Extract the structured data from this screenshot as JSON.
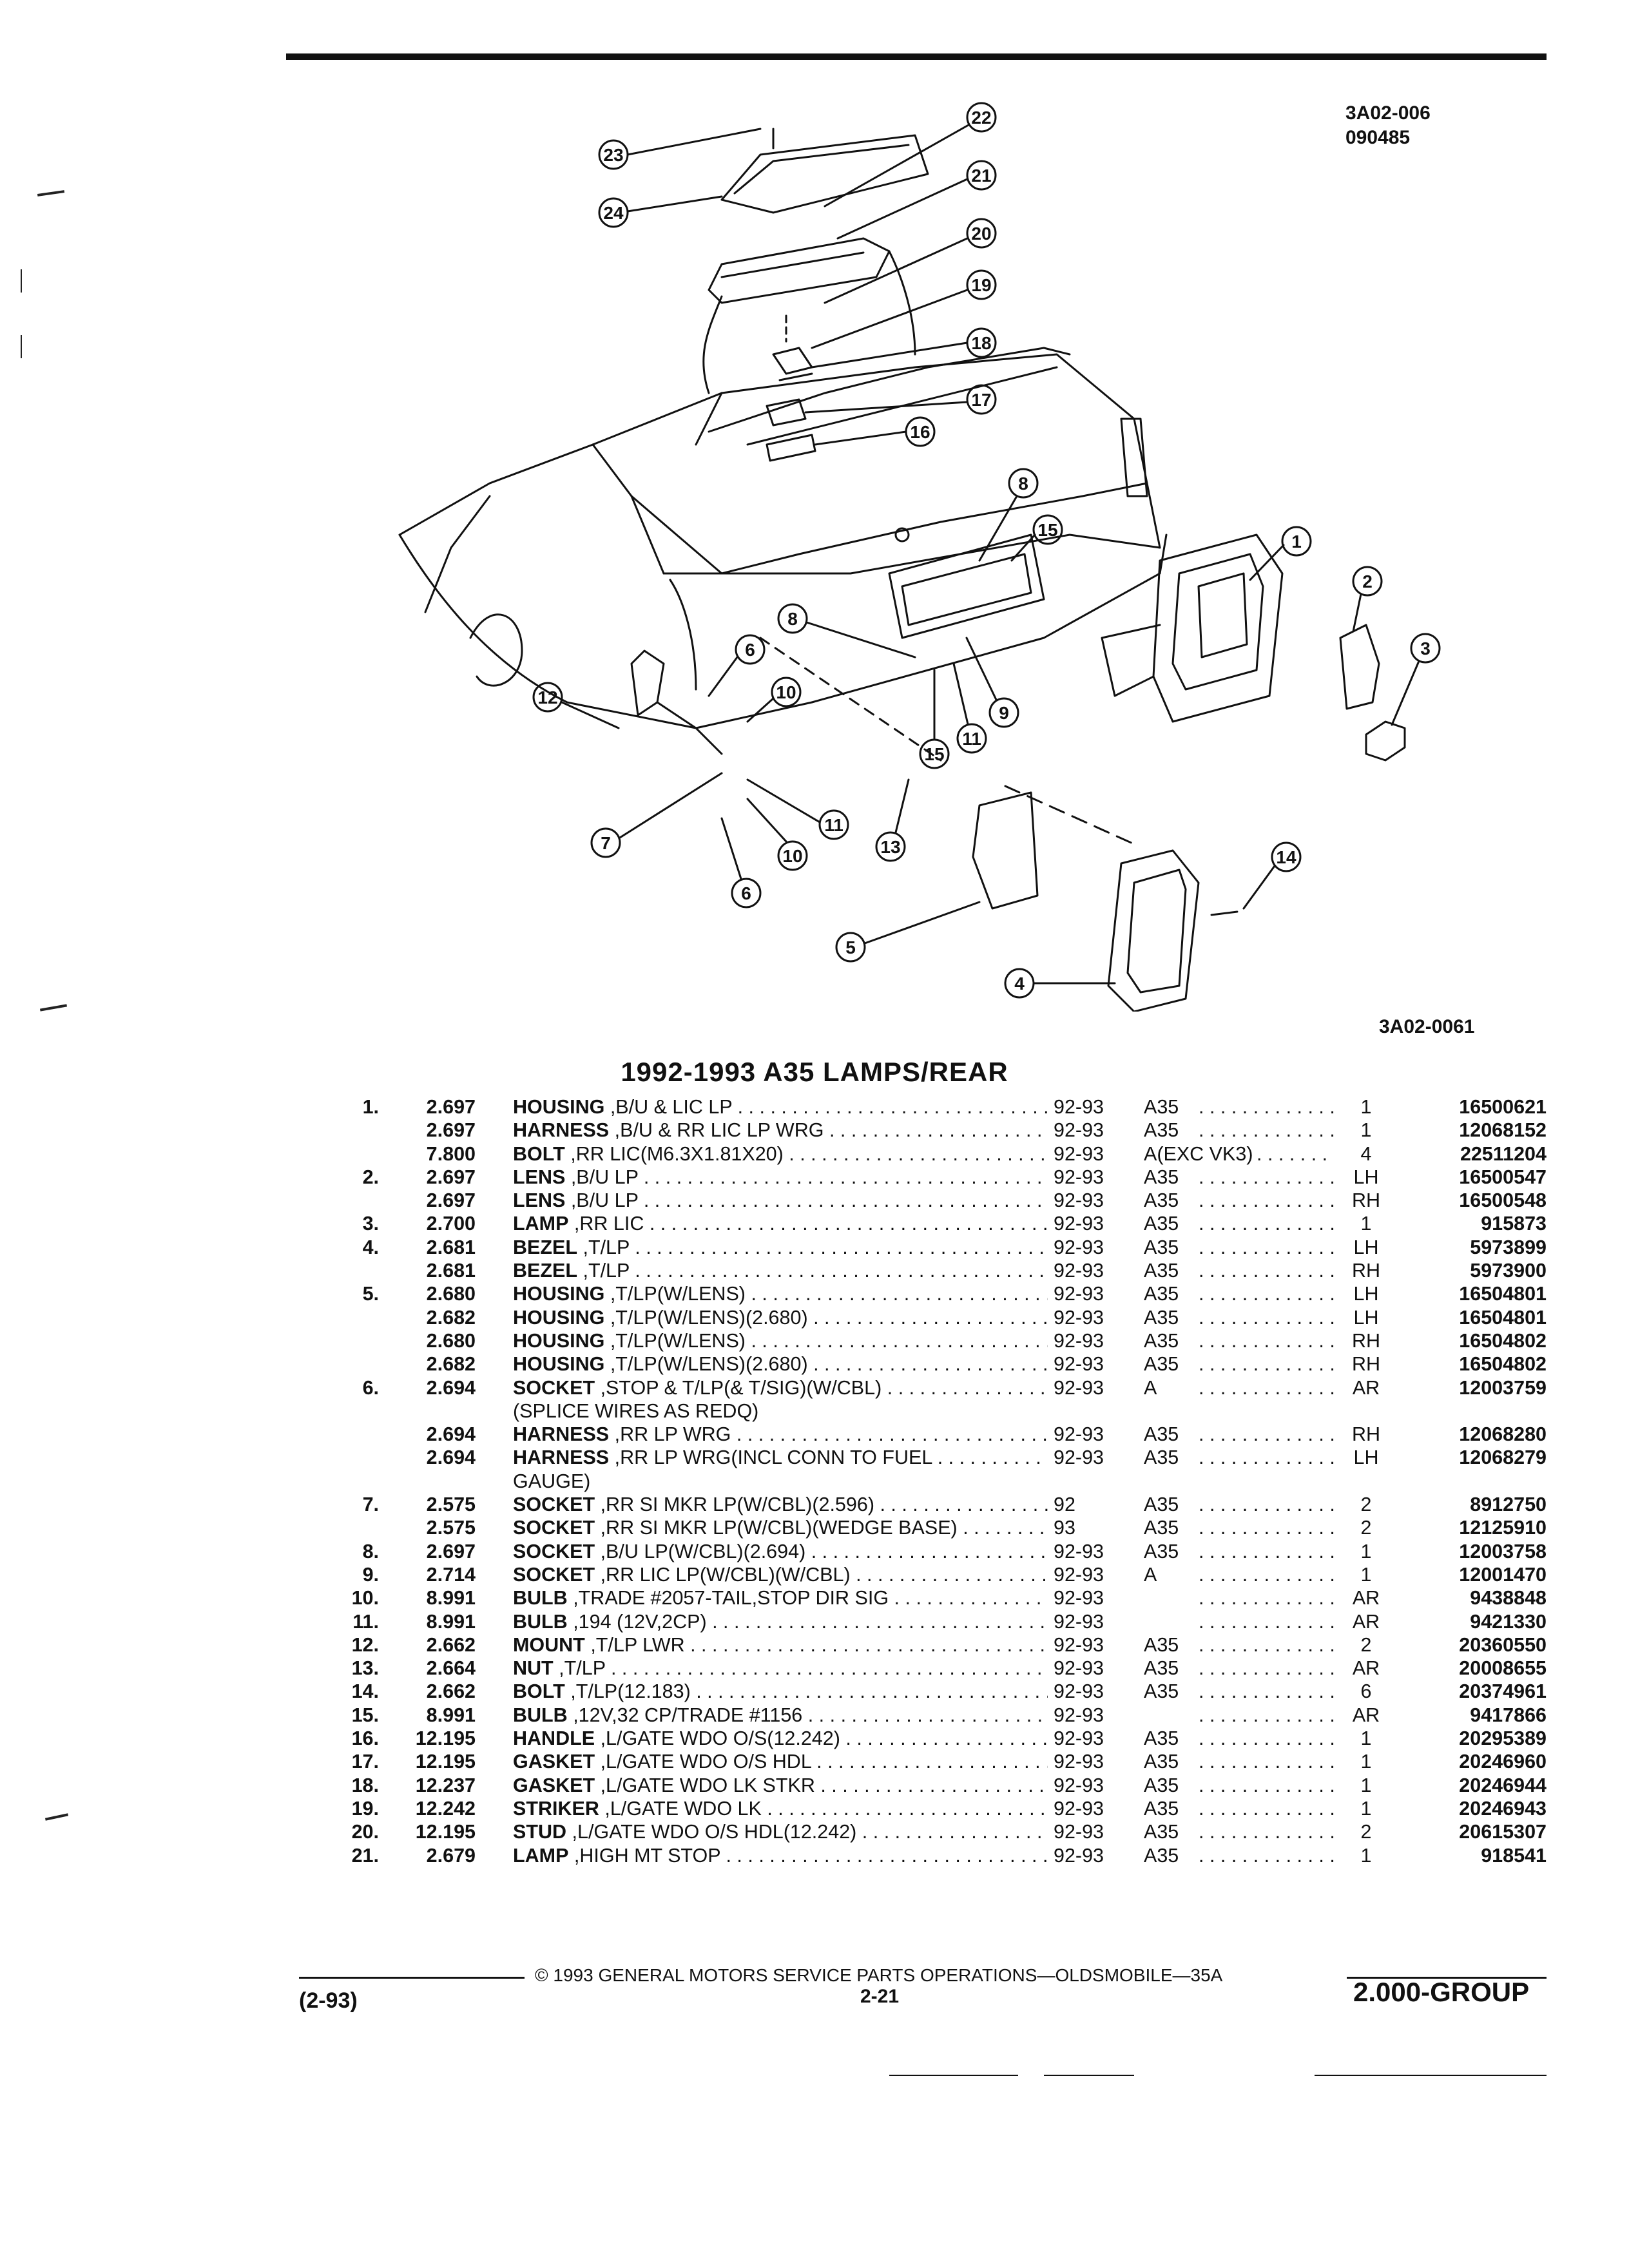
{
  "header": {
    "ref_top_1": "3A02-006",
    "ref_top_2": "090485",
    "ref_bottom": "3A02-0061"
  },
  "diagram": {
    "callouts": [
      "1",
      "2",
      "3",
      "4",
      "5",
      "6",
      "6",
      "7",
      "8",
      "8",
      "9",
      "10",
      "10",
      "11",
      "11",
      "12",
      "13",
      "14",
      "15",
      "15",
      "16",
      "17",
      "18",
      "19",
      "20",
      "21",
      "22",
      "23",
      "24"
    ]
  },
  "title": "1992-1993 A35 LAMPS/REAR",
  "rows": [
    {
      "num": "1.",
      "grp": "2.697",
      "noun": "HOUSING",
      "desc": ",B/U & LIC LP",
      "years": "92-93",
      "code": "A35",
      "qty": "1",
      "pn": "16500621"
    },
    {
      "num": "",
      "grp": "2.697",
      "noun": "HARNESS",
      "desc": ",B/U & RR LIC LP WRG",
      "years": "92-93",
      "code": "A35",
      "qty": "1",
      "pn": "12068152"
    },
    {
      "num": "",
      "grp": "7.800",
      "noun": "BOLT",
      "desc": ",RR LIC(M6.3X1.81X20)",
      "years": "92-93",
      "code": "A(EXC VK3)",
      "qty": "4",
      "pn": "22511204"
    },
    {
      "num": "2.",
      "grp": "2.697",
      "noun": "LENS",
      "desc": ",B/U LP",
      "years": "92-93",
      "code": "A35",
      "qty": "LH",
      "pn": "16500547"
    },
    {
      "num": "",
      "grp": "2.697",
      "noun": "LENS",
      "desc": ",B/U LP",
      "years": "92-93",
      "code": "A35",
      "qty": "RH",
      "pn": "16500548"
    },
    {
      "num": "3.",
      "grp": "2.700",
      "noun": "LAMP",
      "desc": ",RR LIC",
      "years": "92-93",
      "code": "A35",
      "qty": "1",
      "pn": "915873"
    },
    {
      "num": "4.",
      "grp": "2.681",
      "noun": "BEZEL",
      "desc": ",T/LP",
      "years": "92-93",
      "code": "A35",
      "qty": "LH",
      "pn": "5973899"
    },
    {
      "num": "",
      "grp": "2.681",
      "noun": "BEZEL",
      "desc": ",T/LP",
      "years": "92-93",
      "code": "A35",
      "qty": "RH",
      "pn": "5973900"
    },
    {
      "num": "5.",
      "grp": "2.680",
      "noun": "HOUSING",
      "desc": ",T/LP(W/LENS)",
      "years": "92-93",
      "code": "A35",
      "qty": "LH",
      "pn": "16504801"
    },
    {
      "num": "",
      "grp": "2.682",
      "noun": "HOUSING",
      "desc": ",T/LP(W/LENS)(2.680)",
      "years": "92-93",
      "code": "A35",
      "qty": "LH",
      "pn": "16504801"
    },
    {
      "num": "",
      "grp": "2.680",
      "noun": "HOUSING",
      "desc": ",T/LP(W/LENS)",
      "years": "92-93",
      "code": "A35",
      "qty": "RH",
      "pn": "16504802"
    },
    {
      "num": "",
      "grp": "2.682",
      "noun": "HOUSING",
      "desc": ",T/LP(W/LENS)(2.680)",
      "years": "92-93",
      "code": "A35",
      "qty": "RH",
      "pn": "16504802"
    },
    {
      "num": "6.",
      "grp": "2.694",
      "noun": "SOCKET",
      "desc": ",STOP & T/LP(& T/SIG)(W/CBL)",
      "years": "92-93",
      "code": "A",
      "qty": "AR",
      "pn": "12003759"
    },
    {
      "num": "",
      "grp": "",
      "noun": "",
      "desc": "(SPLICE WIRES AS REDQ)",
      "years": "",
      "code": "",
      "qty": "",
      "pn": ""
    },
    {
      "num": "",
      "grp": "2.694",
      "noun": "HARNESS",
      "desc": ",RR LP WRG",
      "years": "92-93",
      "code": "A35",
      "qty": "RH",
      "pn": "12068280"
    },
    {
      "num": "",
      "grp": "2.694",
      "noun": "HARNESS",
      "desc": ",RR LP WRG(INCL CONN TO FUEL",
      "years": "92-93",
      "code": "A35",
      "qty": "LH",
      "pn": "12068279"
    },
    {
      "num": "",
      "grp": "",
      "noun": "",
      "desc": "GAUGE)",
      "years": "",
      "code": "",
      "qty": "",
      "pn": ""
    },
    {
      "num": "7.",
      "grp": "2.575",
      "noun": "SOCKET",
      "desc": ",RR SI MKR LP(W/CBL)(2.596)",
      "years": "92",
      "code": "A35",
      "qty": "2",
      "pn": "8912750"
    },
    {
      "num": "",
      "grp": "2.575",
      "noun": "SOCKET",
      "desc": ",RR SI MKR LP(W/CBL)(WEDGE BASE)",
      "years": "93",
      "code": "A35",
      "qty": "2",
      "pn": "12125910"
    },
    {
      "num": "8.",
      "grp": "2.697",
      "noun": "SOCKET",
      "desc": ",B/U LP(W/CBL)(2.694)",
      "years": "92-93",
      "code": "A35",
      "qty": "1",
      "pn": "12003758"
    },
    {
      "num": "9.",
      "grp": "2.714",
      "noun": "SOCKET",
      "desc": ",RR LIC LP(W/CBL)(W/CBL)",
      "years": "92-93",
      "code": "A",
      "qty": "1",
      "pn": "12001470"
    },
    {
      "num": "10.",
      "grp": "8.991",
      "noun": "BULB",
      "desc": ",TRADE #2057-TAIL,STOP DIR SIG",
      "years": "92-93",
      "code": "",
      "qty": "AR",
      "pn": "9438848"
    },
    {
      "num": "11.",
      "grp": "8.991",
      "noun": "BULB",
      "desc": ",194 (12V,2CP)",
      "years": "92-93",
      "code": "",
      "qty": "AR",
      "pn": "9421330"
    },
    {
      "num": "12.",
      "grp": "2.662",
      "noun": "MOUNT",
      "desc": ",T/LP LWR",
      "years": "92-93",
      "code": "A35",
      "qty": "2",
      "pn": "20360550"
    },
    {
      "num": "13.",
      "grp": "2.664",
      "noun": "NUT",
      "desc": ",T/LP",
      "years": "92-93",
      "code": "A35",
      "qty": "AR",
      "pn": "20008655"
    },
    {
      "num": "14.",
      "grp": "2.662",
      "noun": "BOLT",
      "desc": ",T/LP(12.183)",
      "years": "92-93",
      "code": "A35",
      "qty": "6",
      "pn": "20374961"
    },
    {
      "num": "15.",
      "grp": "8.991",
      "noun": "BULB",
      "desc": ",12V,32 CP/TRADE #1156",
      "years": "92-93",
      "code": "",
      "qty": "AR",
      "pn": "9417866"
    },
    {
      "num": "16.",
      "grp": "12.195",
      "noun": "HANDLE",
      "desc": ",L/GATE WDO O/S(12.242)",
      "years": "92-93",
      "code": "A35",
      "qty": "1",
      "pn": "20295389"
    },
    {
      "num": "17.",
      "grp": "12.195",
      "noun": "GASKET",
      "desc": ",L/GATE WDO O/S HDL",
      "years": "92-93",
      "code": "A35",
      "qty": "1",
      "pn": "20246960"
    },
    {
      "num": "18.",
      "grp": "12.237",
      "noun": "GASKET",
      "desc": ",L/GATE WDO LK STKR",
      "years": "92-93",
      "code": "A35",
      "qty": "1",
      "pn": "20246944"
    },
    {
      "num": "19.",
      "grp": "12.242",
      "noun": "STRIKER",
      "desc": ",L/GATE WDO LK",
      "years": "92-93",
      "code": "A35",
      "qty": "1",
      "pn": "20246943"
    },
    {
      "num": "20.",
      "grp": "12.195",
      "noun": "STUD",
      "desc": ",L/GATE WDO O/S HDL(12.242)",
      "years": "92-93",
      "code": "A35",
      "qty": "2",
      "pn": "20615307"
    },
    {
      "num": "21.",
      "grp": "2.679",
      "noun": "LAMP",
      "desc": ",HIGH MT STOP",
      "years": "92-93",
      "code": "A35",
      "qty": "1",
      "pn": "918541"
    }
  ],
  "footer": {
    "copyright": "© 1993 GENERAL MOTORS SERVICE PARTS OPERATIONS—OLDSMOBILE—35A",
    "date": "(2-93)",
    "page": "2-21",
    "group": "2.000-GROUP"
  }
}
